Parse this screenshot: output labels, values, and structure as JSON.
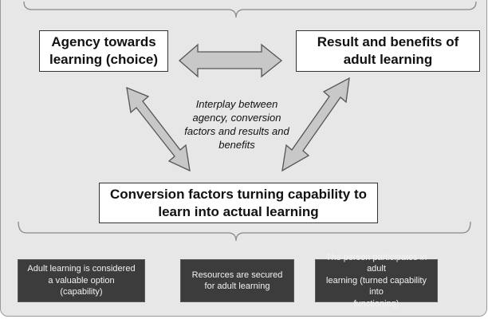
{
  "diagram": {
    "nodes": {
      "agency": {
        "line1": "Agency towards",
        "line2": "learning (choice)"
      },
      "result": {
        "line1": "Result and benefits of",
        "line2": "adult learning"
      },
      "conversion": {
        "line1": "Conversion factors turning capability to",
        "line2": "learn into actual learning"
      }
    },
    "center_text": {
      "line1": "Interplay between",
      "line2": "agency, conversion",
      "line3": "factors and results and",
      "line4": "benefits"
    },
    "status_boxes": [
      {
        "line1": "Adult learning is considered",
        "line2": "a valuable option",
        "line3": "(capability)"
      },
      {
        "line1": "Resources are secured",
        "line2": "for adult learning"
      },
      {
        "line1": "The person participates in adult",
        "line2": "learning (turned capability into",
        "line3": "functioning)"
      }
    ],
    "colors": {
      "panel_background": "#e7e7e7",
      "arrow_fill": "#c8c8c8",
      "arrow_stroke": "#555555",
      "dark_box": "#3c3c3c",
      "dark_box_text": "#f2f2f2"
    }
  }
}
